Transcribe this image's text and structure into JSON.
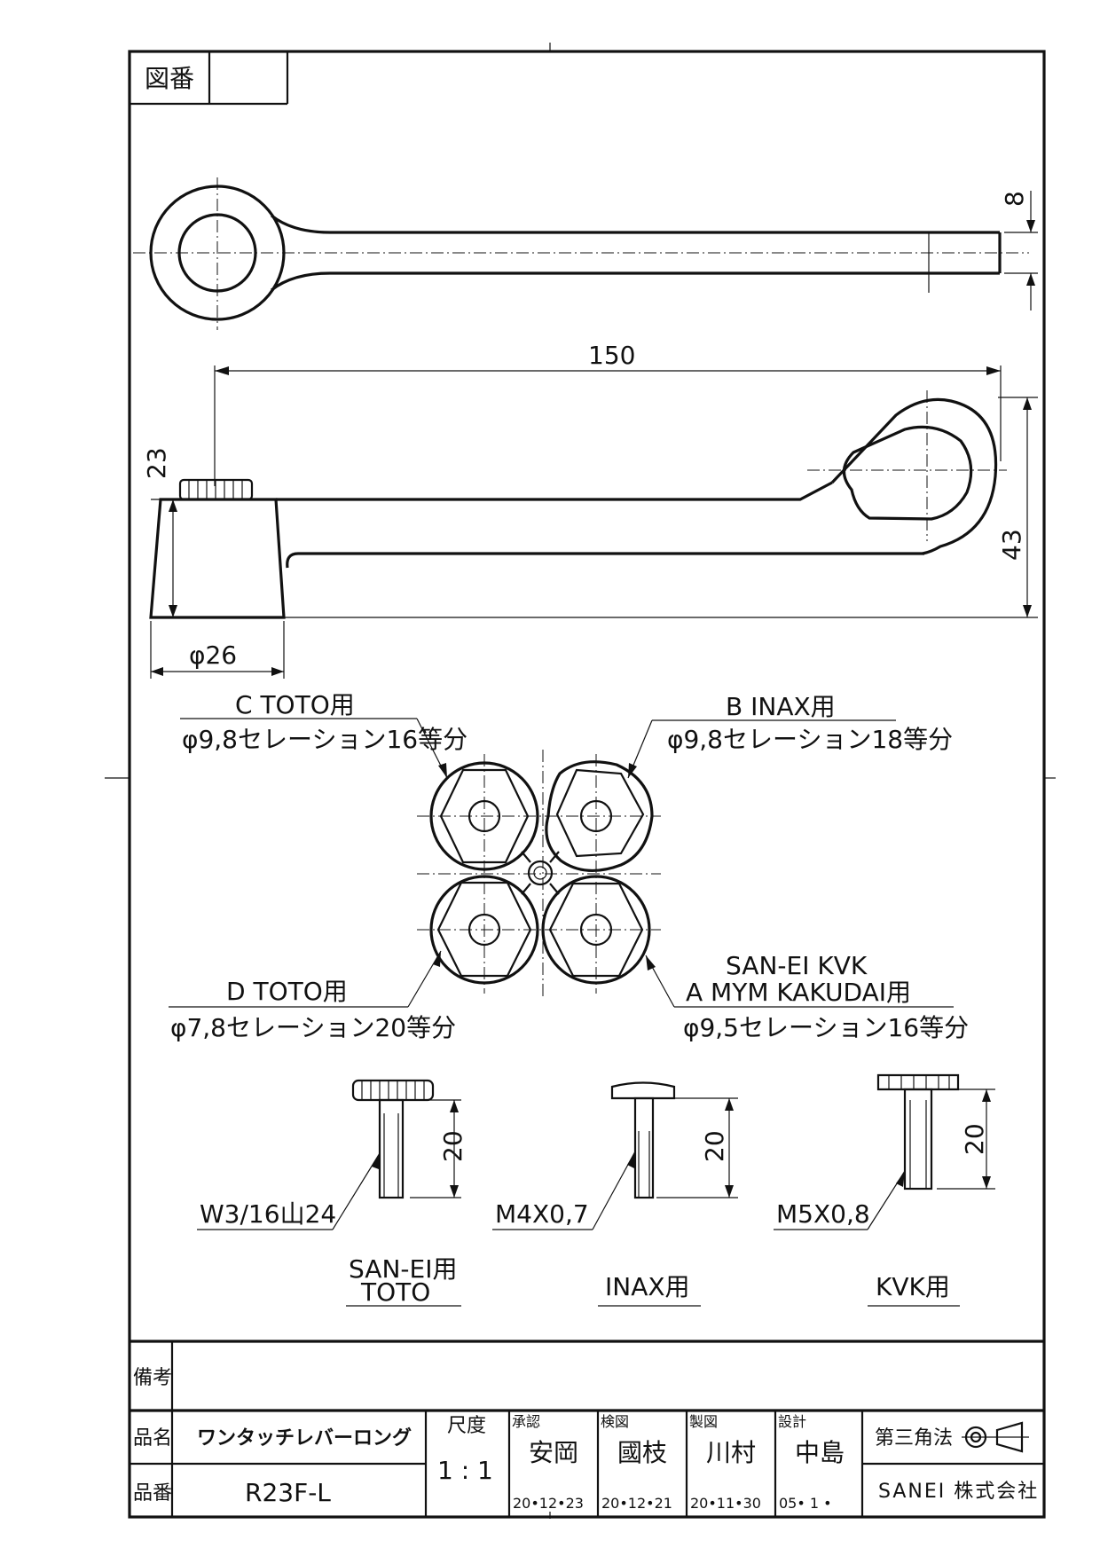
{
  "header": {
    "drawing_no_label": "図番",
    "drawing_no_value": ""
  },
  "dimensions": {
    "top_tip": "8",
    "length": "150",
    "cap_height": "23",
    "total_height": "43",
    "base_diameter": "φ26"
  },
  "callouts": {
    "c_title": "C TOTO用",
    "c_spec": "φ9,8セレーション16等分",
    "b_title": "B INAX用",
    "b_spec": "φ9,8セレーション18等分",
    "d_title": "D TOTO用",
    "d_spec": "φ7,8セレーション20等分",
    "a_title_1": "SAN-EI KVK",
    "a_title_2": "A MYM KAKUDAI用",
    "a_spec": "φ9,5セレーション16等分"
  },
  "screws": [
    {
      "dim": "20",
      "thread": "W3/16山24",
      "use_1": "SAN-EI用",
      "use_2": "TOTO"
    },
    {
      "dim": "20",
      "thread": "M4X0,7",
      "use_1": "INAX用"
    },
    {
      "dim": "20",
      "thread": "M5X0,8",
      "use_1": "KVK用"
    }
  ],
  "title_block": {
    "remarks_label": "備考",
    "part_name_label": "品名",
    "part_name": "ワンタッチレバーロング",
    "part_no_label": "品番",
    "part_no": "R23F-L",
    "scale_label": "尺度",
    "scale_value": "1 : 1",
    "approved_label": "承認",
    "approved_name": "安岡",
    "approved_date": "20•12•23",
    "checked_label": "検図",
    "checked_name": "國枝",
    "checked_date": "20•12•21",
    "drawn_label": "製図",
    "drawn_name": "川村",
    "drawn_date": "20•11•30",
    "design_label": "設計",
    "design_name": "中島",
    "design_date": "05• 1 •",
    "projection_label": "第三角法",
    "company": "SANEI 株式会社"
  }
}
